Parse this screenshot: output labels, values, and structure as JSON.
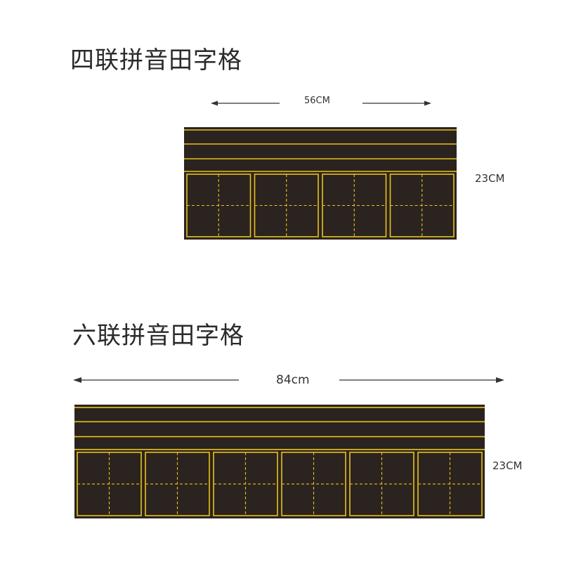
{
  "diagrams": [
    {
      "id": "four",
      "title": "四联拼音田字格",
      "width_label": "56CM",
      "height_label": "23CM",
      "cell_count": 4
    },
    {
      "id": "six",
      "title": "六联拼音田字格",
      "width_label": "84cm",
      "height_label": "23CM",
      "cell_count": 6
    }
  ],
  "colors": {
    "board": "#2b2320",
    "line": "#e8c21a",
    "arrow": "#333333",
    "text": "#2a2a2a"
  }
}
